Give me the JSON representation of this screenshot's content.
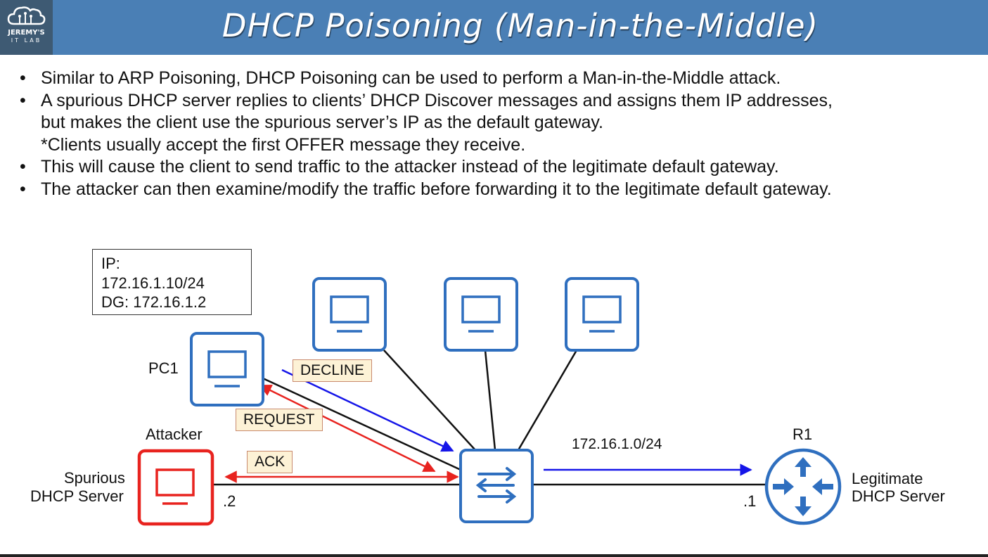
{
  "header": {
    "title": "DHCP Poisoning (Man-in-the-Middle)",
    "logo_line1": "JEREMY'S",
    "logo_line2": "IT LAB"
  },
  "bullets": [
    [
      "Similar to ARP Poisoning, DHCP Poisoning can be used to perform a Man-in-the-Middle attack."
    ],
    [
      "A spurious DHCP server replies to clients’ DHCP Discover messages and assigns them IP addresses,",
      "but makes the client use the spurious server’s IP as the default gateway.",
      "*Clients usually accept the first OFFER message they receive."
    ],
    [
      "This will cause the client to send traffic to the attacker instead of the legitimate default gateway."
    ],
    [
      "The attacker can then examine/modify the traffic before forwarding it to the legitimate default gateway."
    ]
  ],
  "diagram": {
    "ip_box": [
      "IP:",
      "172.16.1.10/24",
      "DG: 172.16.1.2"
    ],
    "pc1_label": "PC1",
    "attacker_label": "Attacker",
    "spurious_line1": "Spurious",
    "spurious_line2": "DHCP Server",
    "attacker_ip": ".2",
    "router_label": "R1",
    "router_ip": ".1",
    "legit_line1": "Legitimate",
    "legit_line2": "DHCP Server",
    "network": "172.16.1.0/24",
    "msg_decline": "DECLINE",
    "msg_request": "REQUEST",
    "msg_ack": "ACK",
    "colors": {
      "device": "#2f6fbf",
      "attacker": "#e8231f",
      "arrow_blue": "#1515e8",
      "arrow_red": "#e8231f"
    }
  }
}
